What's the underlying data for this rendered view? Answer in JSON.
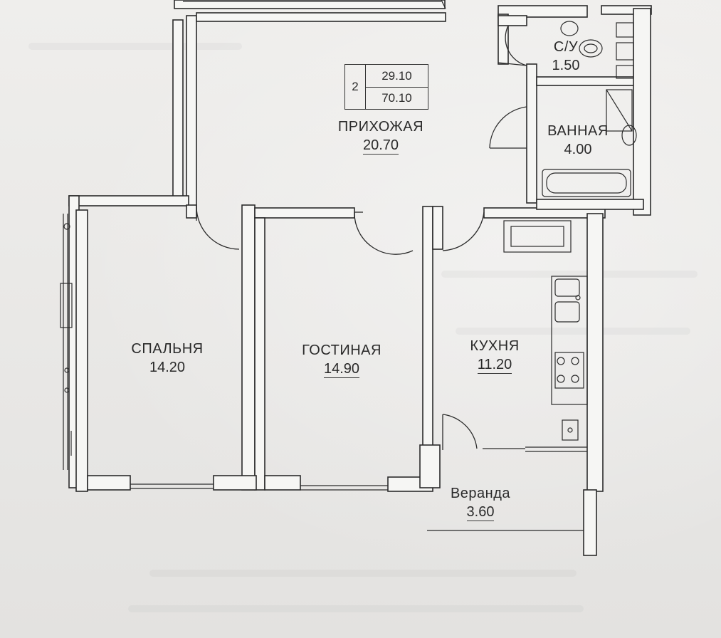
{
  "plan": {
    "summary": {
      "rooms_count": "2",
      "living_area": "29.10",
      "total_area": "70.10"
    },
    "rooms": [
      {
        "id": "hall",
        "name": "ПРИХОЖАЯ",
        "area": "20.70"
      },
      {
        "id": "toilet",
        "name": "С/У",
        "area": "1.50"
      },
      {
        "id": "bathroom",
        "name": "ВАННАЯ",
        "area": "4.00"
      },
      {
        "id": "bedroom",
        "name": "СПАЛЬНЯ",
        "area": "14.20"
      },
      {
        "id": "living",
        "name": "ГОСТИНАЯ",
        "area": "14.90"
      },
      {
        "id": "kitchen",
        "name": "КУХНЯ",
        "area": "11.20"
      },
      {
        "id": "veranda",
        "name": "Веранда",
        "area": "3.60"
      }
    ],
    "colors": {
      "wall_fill": "#f6f6f4",
      "wall_stroke": "#2b2b2b",
      "paper": "#ecebea"
    }
  }
}
